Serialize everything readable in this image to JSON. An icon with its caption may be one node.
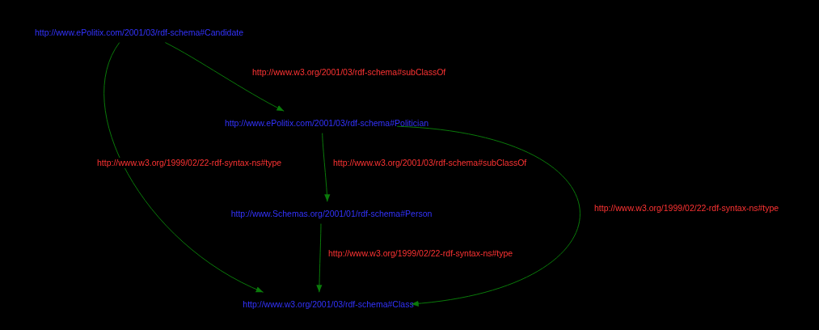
{
  "diagram": {
    "nodes": [
      {
        "text": [
          "http://www.ePolitix.com/2001/03/rdf-schema#Candidate"
        ]
      },
      {
        "text": [
          "http://www.ePolitix.com/2001/03/rdf-schema#Politician"
        ]
      },
      {
        "text": [
          "http://www.Schemas.org/2001/01/rdf-schema#Person"
        ]
      },
      {
        "text": [
          "http://www.w3.org/2001/03/rdf-schema#Class"
        ]
      }
    ],
    "edges": [
      {
        "from": 0,
        "to": 1,
        "arrow": "to",
        "label": "http://www.w3.org/2001/03/rdf-schema#subClassOf"
      },
      {
        "from": 0,
        "to": 3,
        "arrow": "to",
        "label": "http://www.w3.org/1999/02/22-rdf-syntax-ns#type"
      },
      {
        "from": 1,
        "to": 2,
        "arrow": "to",
        "label": "http://www.w3.org/2001/03/rdf-schema#subClassOf"
      },
      {
        "from": 1,
        "to": 3,
        "arrow": "to",
        "label": "http://www.w3.org/1999/02/22-rdf-syntax-ns#type"
      },
      {
        "from": 2,
        "to": 3,
        "arrow": "to",
        "label": "http://www.w3.org/1999/02/22-rdf-syntax-ns#type"
      }
    ]
  }
}
